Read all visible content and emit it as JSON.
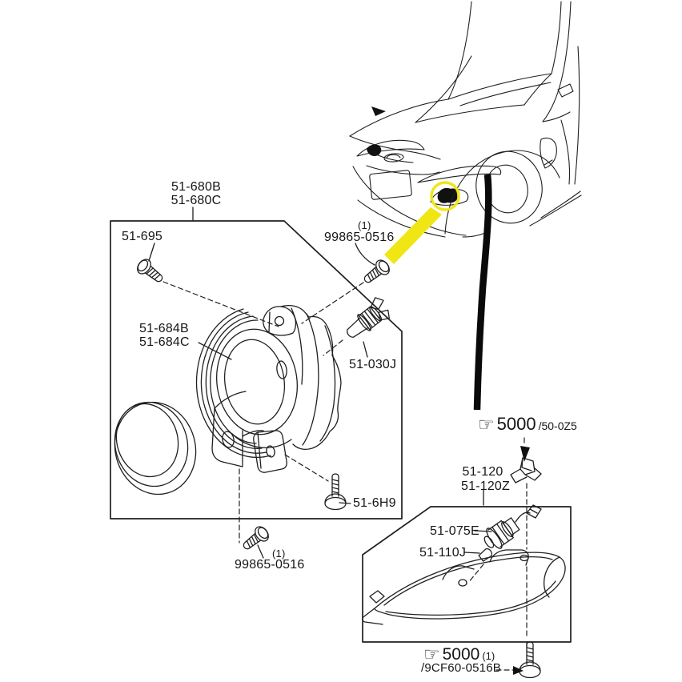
{
  "colors": {
    "line": "#1f1f1f",
    "highlight_yellow": "#f0e614",
    "pointer_black": "#0a0a0a",
    "background": "#ffffff"
  },
  "icons": {
    "pointing_hand": "☞"
  },
  "fog_lamp_box": {
    "assembly_code_line1": "51-680B",
    "assembly_code_line2": "51-680C",
    "retainer_screw_code": "51-695",
    "screw_top_qty": "(1)",
    "screw_top_code": "99865-0516",
    "bracket_code_line1": "51-684B",
    "bracket_code_line2": "51-684C",
    "bulb_socket_code": "51-030J",
    "mount_bolt_code": "51-6H9",
    "screw_bottom_qty": "(1)",
    "screw_bottom_code": "99865-0516"
  },
  "side_marker_box": {
    "clip_ref_code": "5000",
    "clip_ref_suffix": "/50-0Z5",
    "assembly_code_line1": "51-120",
    "assembly_code_line2": "51-120Z",
    "socket_code": "51-075E",
    "bulb_code": "51-110J",
    "screw_ref_code": "5000",
    "screw_ref_qty": "(1)",
    "screw_ref_part": "/9CF60-0516B"
  }
}
